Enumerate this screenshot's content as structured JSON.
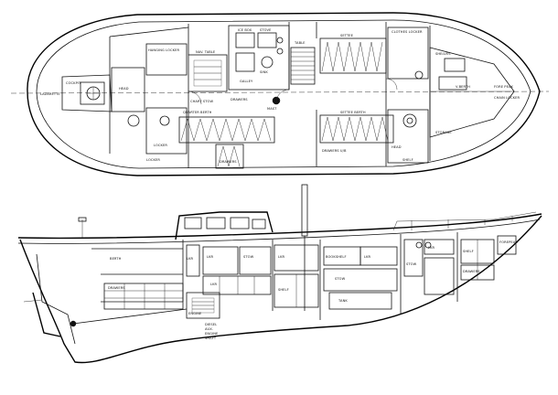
{
  "plan_labels": [
    "HEAD",
    "HANGING LOCKER",
    "LOCKER",
    "CHART STOW",
    "NAV. TABLE",
    "DRAWERS",
    "GALLEY",
    "STOVE",
    "ICE BOX",
    "SINK",
    "SETTEE",
    "TABLE",
    "SETTEE BERTH",
    "DRAWERS U/B",
    "CLOTHES LOCKER",
    "V-BERTH",
    "FORE PEAK",
    "CHAIN LOCKER",
    "HEAD",
    "MAST",
    "SHELVES",
    "STORAGE",
    "QUARTER BERTH",
    "COCKPIT",
    "LAZARETTE",
    "DRAWERS",
    "LOCKER",
    "SHELF"
  ],
  "profile_labels": [
    "BERTH",
    "LKR",
    "LKR",
    "STOW",
    "ENGINE",
    "DRAWERS",
    "LKR",
    "SHELF",
    "BOOKSHELF",
    "LKR",
    "TANK",
    "STOW",
    "FOREPEAK",
    "DRAWERS",
    "LKR",
    "STOW",
    "SHELF",
    "LKR"
  ],
  "engine_notes": [
    "DIESEL",
    "AUX.",
    "ENGINE",
    "SHAFT"
  ]
}
